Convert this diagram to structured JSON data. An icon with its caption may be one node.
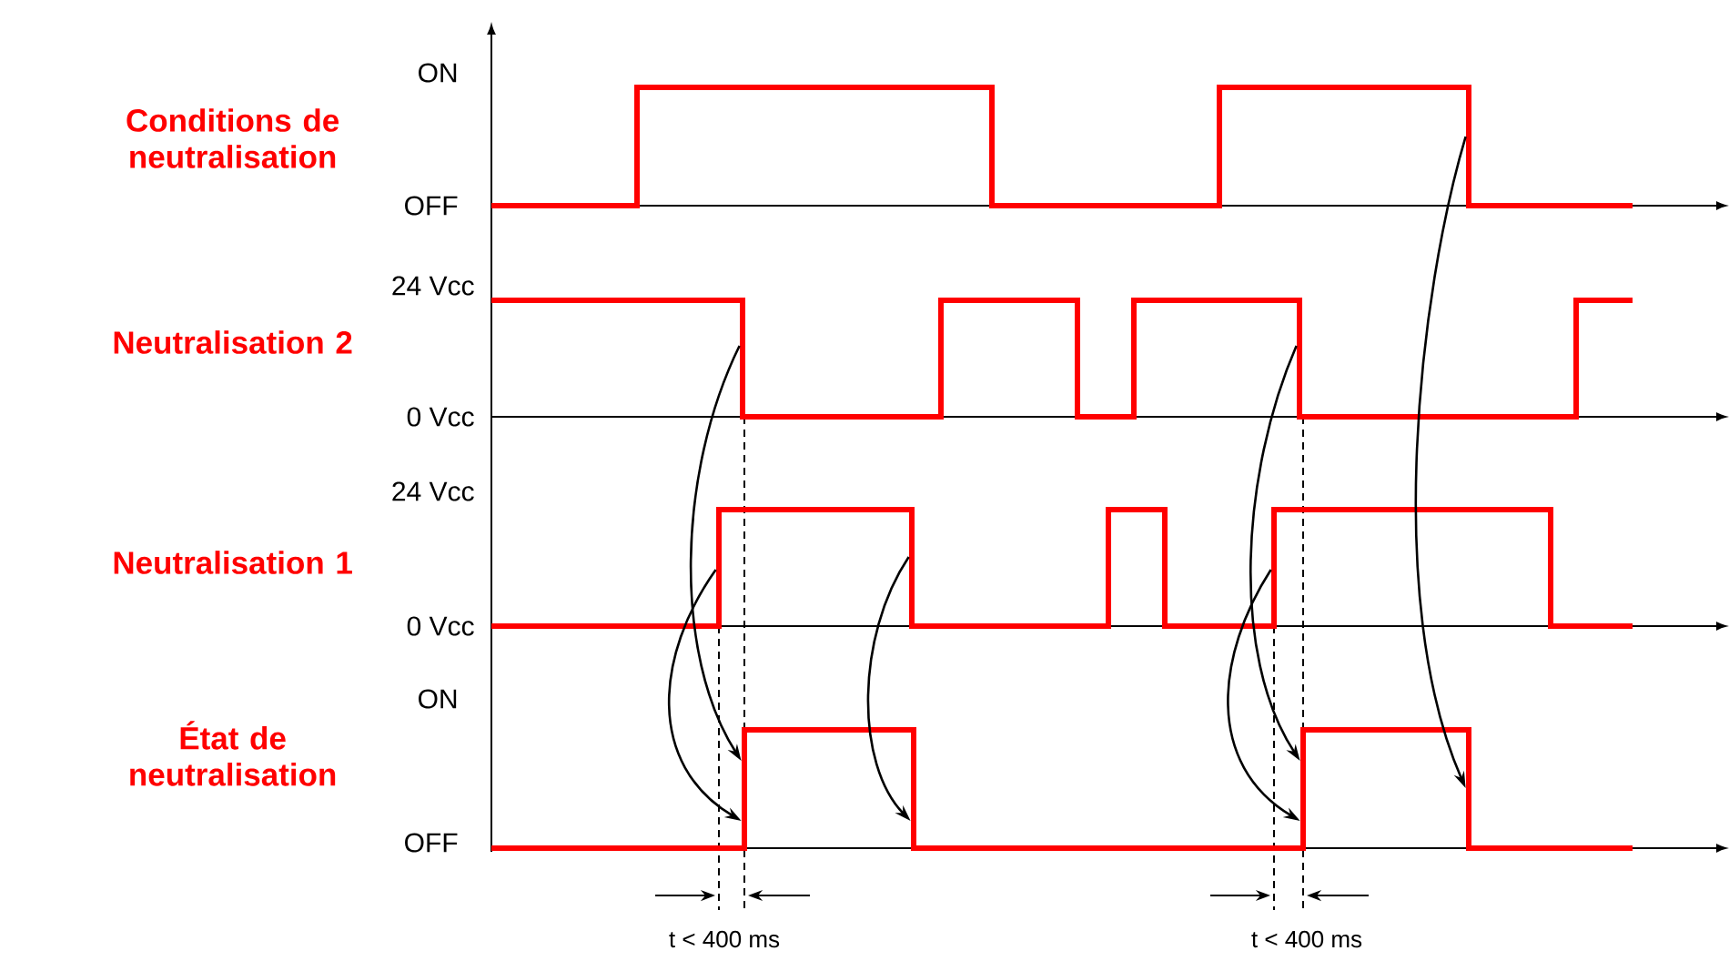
{
  "diagram": {
    "nodes": [
      {
        "text": [],
        "shape": "bar"
      },
      {
        "text": [],
        "shape": "bar"
      },
      {
        "text": [],
        "shape": "bar"
      },
      {
        "text": [],
        "shape": "bar"
      },
      {
        "text": [],
        "shape": "bar"
      },
      {
        "text": [],
        "shape": "bar"
      },
      {
        "text": [],
        "shape": "bar"
      },
      {
        "text": [],
        "shape": "bar"
      },
      {
        "text": [],
        "shape": "bar"
      },
      {
        "text": [],
        "shape": "bar"
      }
    ],
    "edges": [
      {
        "from": 1,
        "to": 6,
        "arrow": "to"
      },
      {
        "from": 3,
        "to": 6,
        "arrow": "to"
      },
      {
        "from": 4,
        "to": 7,
        "arrow": "to"
      },
      {
        "from": 2,
        "to": 8,
        "arrow": "to"
      },
      {
        "from": 5,
        "to": 8,
        "arrow": "to"
      },
      {
        "from": 0,
        "to": 9,
        "arrow": "to"
      }
    ],
    "labels": [
      "ON",
      "Conditions de neutralisation",
      "OFF",
      "24 Vcc",
      "Neutralisation 2",
      "0 Vcc",
      "24 Vcc",
      "Neutralisation 1",
      "0 Vcc",
      "ON",
      "État de neutralisation",
      "OFF",
      "t < 400 ms",
      "t < 400 ms"
    ]
  }
}
